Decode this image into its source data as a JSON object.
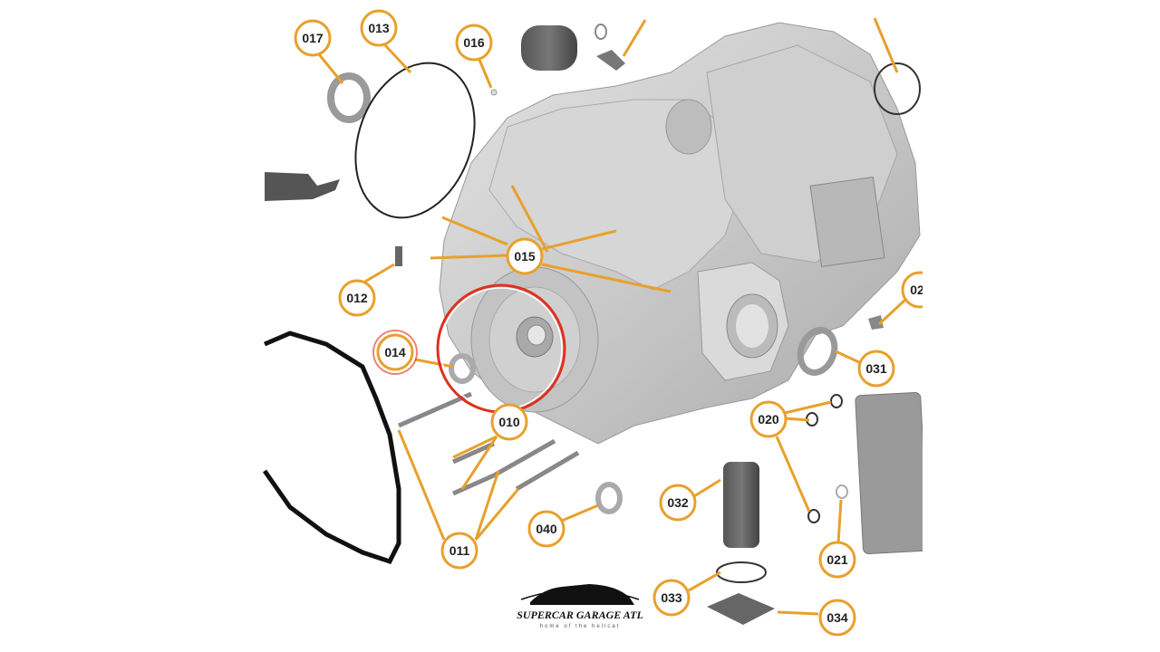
{
  "diagram": {
    "accent_color": "#e8a02c",
    "highlight_color": "#e0301e",
    "callouts": {
      "c017": "017",
      "c013": "013",
      "c016": "016",
      "c015": "015",
      "c012": "012",
      "c014": "014",
      "c010": "010",
      "c011": "011",
      "c040": "040",
      "c032": "032",
      "c033": "033",
      "c034": "034",
      "c020": "020",
      "c021": "021",
      "c031": "031",
      "c02x": "02"
    }
  },
  "watermark": {
    "brand": "SUPERCAR GARAGE ATL",
    "tagline": "home of the hellcat"
  }
}
